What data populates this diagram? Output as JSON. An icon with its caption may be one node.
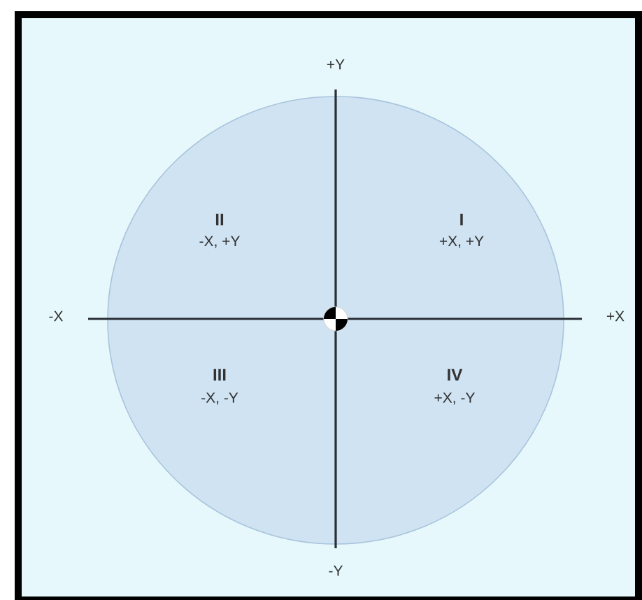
{
  "diagram": {
    "labels": [
      "+Y",
      "II",
      "-X, +Y",
      "I",
      "+X, +Y",
      "-X",
      "+X",
      "III",
      "-X, -Y",
      "IV",
      "+X, -Y",
      "-Y"
    ]
  }
}
